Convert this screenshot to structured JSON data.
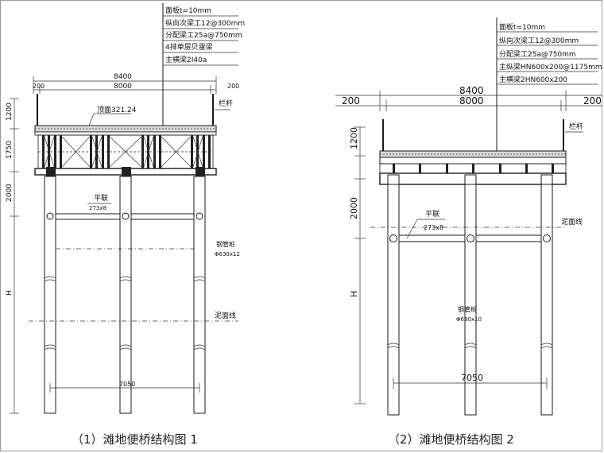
{
  "left": {
    "notes": [
      "面板t=10mm",
      "纵向次梁工12@300mm",
      "分配梁工25a@750mm",
      "4排单层贝雷梁",
      "主横梁2I40a"
    ],
    "dim_total": "8400",
    "dim_inner": "8000",
    "dim_left": "200",
    "dim_right": "200",
    "deck_label": "顶面321.24",
    "railing": "栏杆",
    "height_dims": [
      "1200",
      "1750",
      "2000",
      "H"
    ],
    "brace_label": "平联",
    "brace_spec": "273x8",
    "pile_label": "钢管桩",
    "pile_spec": "Φ630x12",
    "mud_line": "泥面线",
    "pile_spacing": "7050",
    "caption": "（1）滩地便桥结构图 1"
  },
  "right": {
    "notes": [
      "面板t=10mm",
      "纵向次梁工12@300mm",
      "分配梁工25a@750mm",
      "主纵梁HN600x200@1175mm",
      "主横梁2HN600x200"
    ],
    "dim_total": "8400",
    "dim_inner": "8000",
    "dim_left": "200",
    "dim_right": "200",
    "railing": "栏杆",
    "height_dims": [
      "1200",
      "2000",
      "H"
    ],
    "brace_label": "平联",
    "brace_spec": "273x8",
    "mud_line": "泥面线",
    "pile_label": "钢管桩",
    "pile_spec": "Φ630x10",
    "pile_spacing": "7050",
    "caption": "（2）滩地便桥结构图 2"
  }
}
